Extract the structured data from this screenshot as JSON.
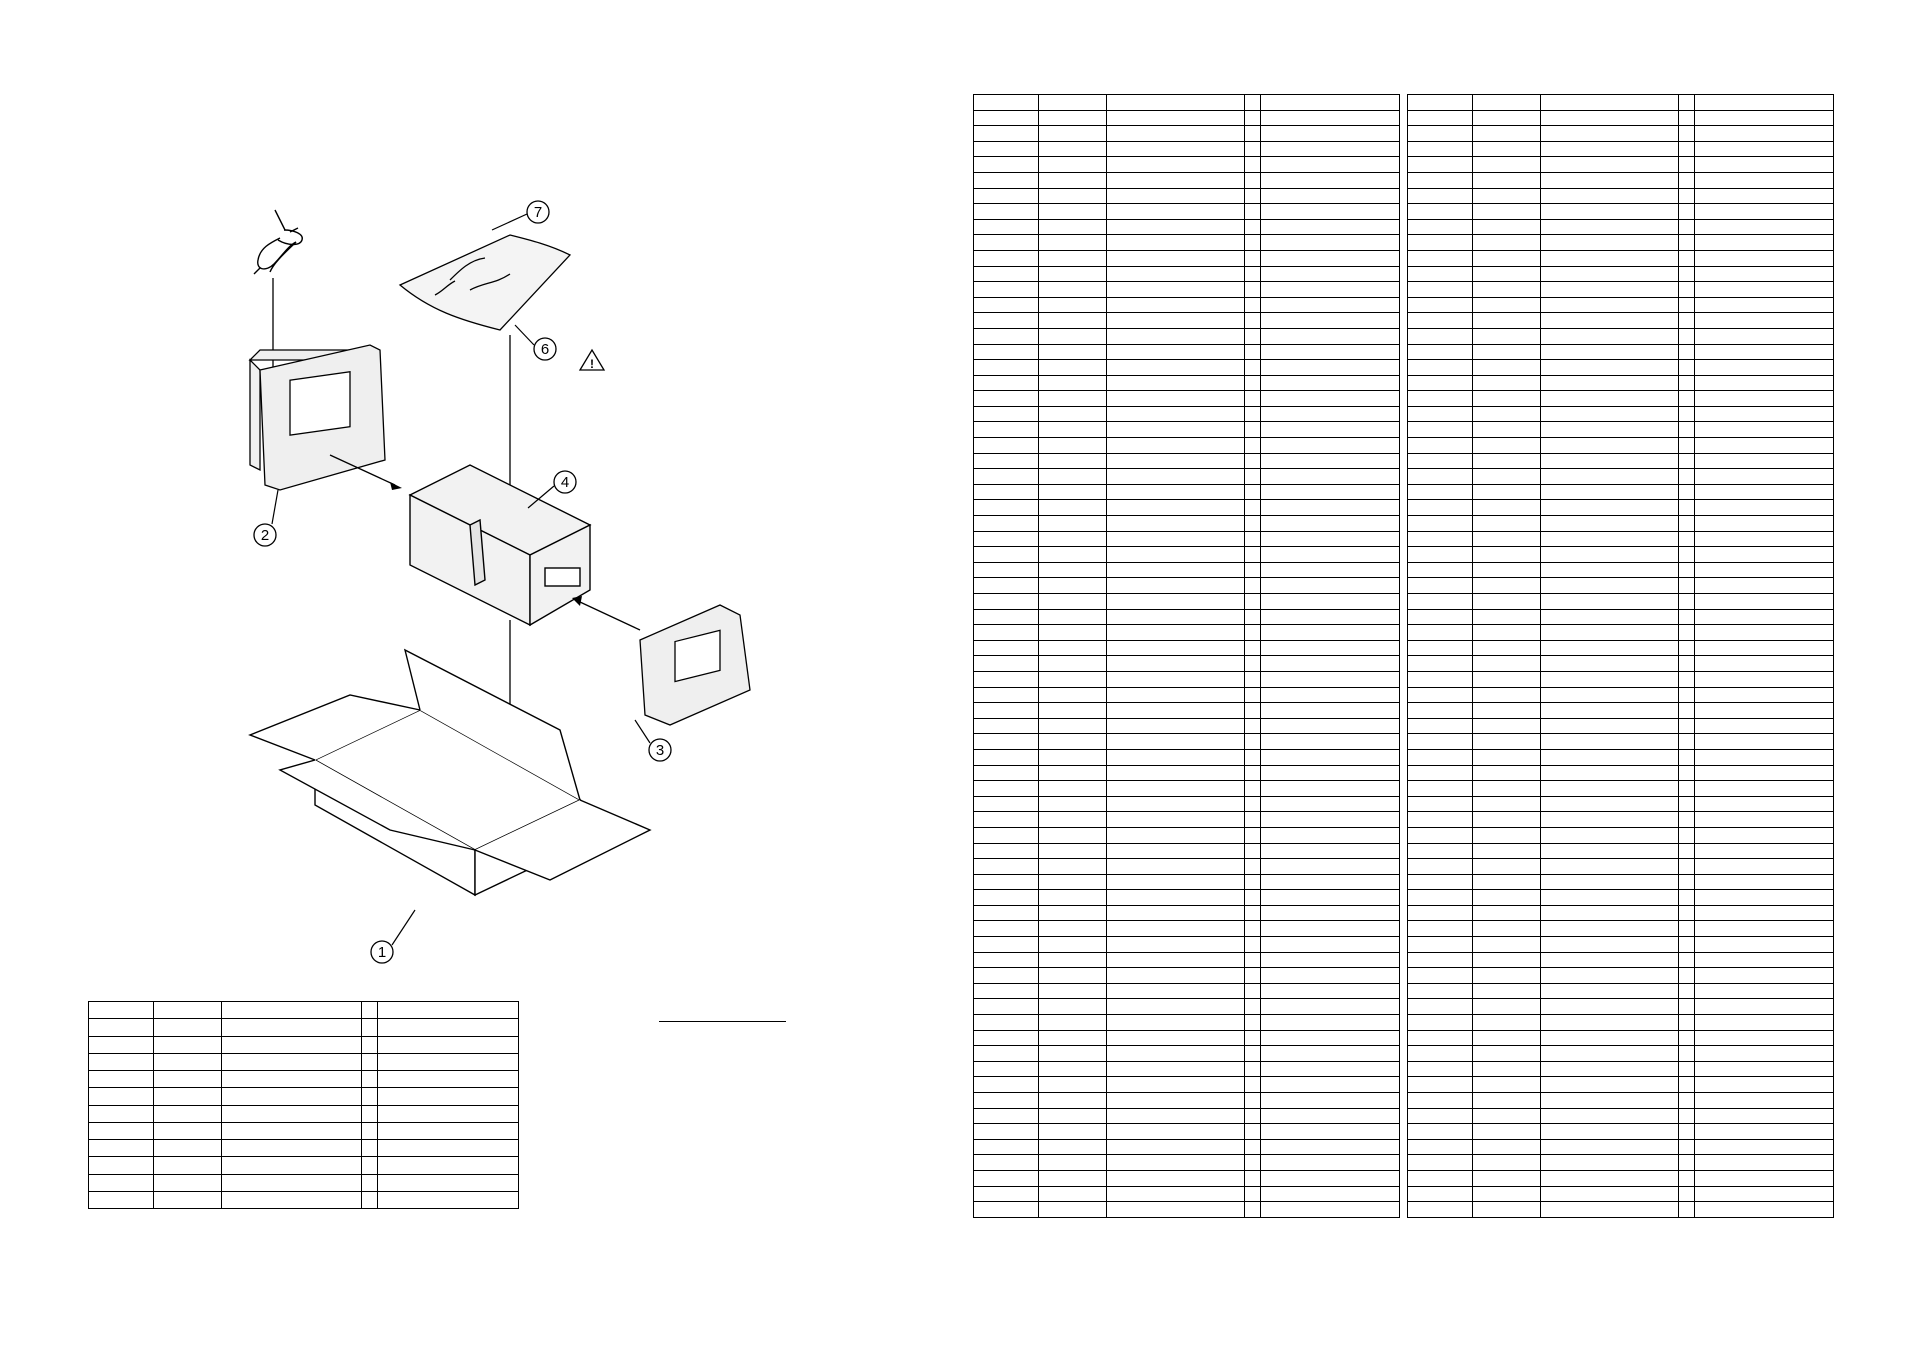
{
  "diagram": {
    "callouts": [
      "1",
      "2",
      "3",
      "4",
      "6",
      "7"
    ],
    "caution_icon": "warning-triangle-icon",
    "caution_mark": "!"
  },
  "tables": {
    "small_table_rows": 12,
    "parts_list_left_rows": 72,
    "parts_list_right_rows": 72
  }
}
